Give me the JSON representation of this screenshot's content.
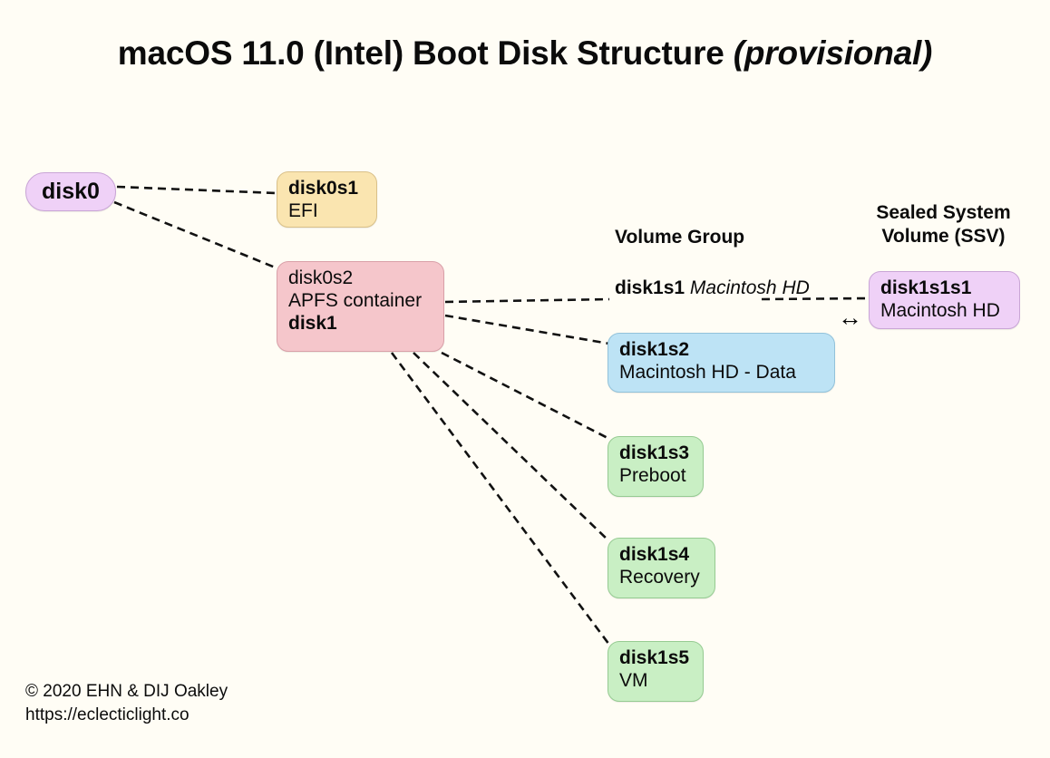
{
  "title": {
    "main": "macOS 11.0 (Intel) Boot Disk Structure",
    "qualifier": "(provisional)"
  },
  "captions": {
    "volume_group": "Volume Group",
    "ssv_line1": "Sealed System",
    "ssv_line2": "Volume (SSV)"
  },
  "nodes": {
    "disk0": {
      "line1": "disk0",
      "line2": "",
      "line3": "",
      "color": "#EFD1F7"
    },
    "disk0s1": {
      "line1": "disk0s1",
      "line2": "EFI",
      "line3": "",
      "color": "#FAE5B0"
    },
    "disk0s2": {
      "line1": "disk0s2",
      "line2": "APFS container",
      "line3": "disk1",
      "color": "#F5C6CB"
    },
    "disk1s1": {
      "line1": "disk1s1",
      "line2": "Macintosh HD",
      "line3": "",
      "color": "none"
    },
    "disk1s2": {
      "line1": "disk1s2",
      "line2": "Macintosh HD - Data",
      "line3": "",
      "color": "#BDE3F5"
    },
    "disk1s3": {
      "line1": "disk1s3",
      "line2": "Preboot",
      "line3": "",
      "color": "#C9EFC4"
    },
    "disk1s4": {
      "line1": "disk1s4",
      "line2": "Recovery",
      "line3": "",
      "color": "#C9EFC4"
    },
    "disk1s5": {
      "line1": "disk1s5",
      "line2": "VM",
      "line3": "",
      "color": "#C9EFC4"
    },
    "disk1s1s1": {
      "line1": "disk1s1s1",
      "line2": "Macintosh HD",
      "line3": "",
      "color": "#EFD1F7"
    }
  },
  "arrow": {
    "glyph": "↔"
  },
  "footer": {
    "copyright": "© 2020 EHN & DIJ Oakley",
    "url": "https://eclecticlight.co"
  },
  "colors": {
    "background": "#FFFDF5",
    "ink": "#0B0B0B",
    "purple": "#EFD1F7",
    "yellow": "#FAE5B0",
    "pink": "#F5C6CB",
    "blue": "#BDE3F5",
    "green": "#C9EFC4"
  }
}
